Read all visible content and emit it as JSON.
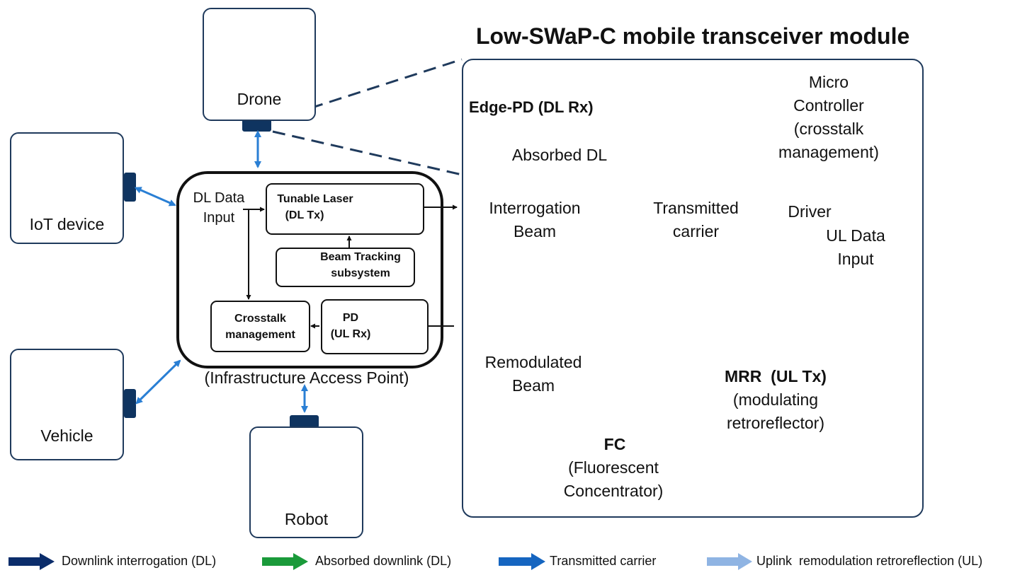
{
  "module_title": "Low-SWaP-C mobile transceiver module",
  "devices": {
    "drone": "Drone",
    "iot": "IoT device",
    "vehicle": "Vehicle",
    "robot": "Robot"
  },
  "ap": {
    "caption": "(Infrastructure Access Point)",
    "dl_input_1": "DL Data",
    "dl_input_2": "Input",
    "laser_1": "Tunable Laser",
    "laser_2": "(DL Tx)",
    "beam_1": "Beam Tracking",
    "beam_2": "subsystem",
    "crosstalk_1": "Crosstalk",
    "crosstalk_2": "management",
    "pd_1": "PD",
    "pd_2": "(UL Rx)"
  },
  "module": {
    "edge_pd": "Edge-PD (DL Rx)",
    "absorbed": "Absorbed DL",
    "micro": [
      "Micro",
      "Controller",
      "(crosstalk",
      "management)"
    ],
    "interrogation": [
      "Interrogation",
      "Beam"
    ],
    "transmitted": [
      "Transmitted",
      "carrier"
    ],
    "driver": "Driver",
    "ul_input": [
      "UL Data",
      "Input"
    ],
    "remodulated": [
      "Remodulated",
      "Beam"
    ],
    "mrr_bold": "MRR  (UL Tx)",
    "mrr_desc": [
      "(modulating",
      "retroreflector)"
    ],
    "fc_bold": "FC",
    "fc_desc": [
      "(Fluorescent",
      "Concentrator)"
    ]
  },
  "legend": [
    {
      "label": "Downlink interrogation (DL)",
      "color": "#0b2d6b"
    },
    {
      "label": "Absorbed downlink (DL)",
      "color": "#1a9a3a"
    },
    {
      "label": "Transmitted carrier",
      "color": "#1565c0"
    },
    {
      "label": "Uplink  remodulation retroreflection (UL)",
      "color": "#8fb4e3"
    }
  ],
  "colors": {
    "dark_navy": "#0f3460",
    "fc_yellow": "#e8e676",
    "mrr_fill": "#d5e6f5",
    "pd_fill": "#d8e4f4",
    "link_blue": "#2a7fd4"
  }
}
